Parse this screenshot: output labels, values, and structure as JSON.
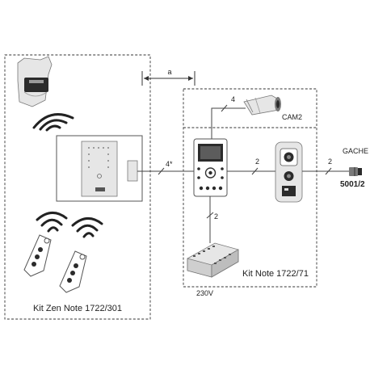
{
  "labels": {
    "dimension_a": "a",
    "wire_camera": "4",
    "wire_kit_link": "4*",
    "wire_monitor_plate": "2",
    "wire_monitor_power": "2",
    "wire_plate_lock": "2",
    "camera": "CAM2",
    "lock_title": "GACHE",
    "lock_code": "5001/2",
    "voltage": "230V",
    "kit_left": "Kit Zen Note 1722/301",
    "kit_right": "Kit Note 1722/71"
  },
  "colors": {
    "line": "#333333",
    "device_dark": "#2b2b2b",
    "device_light": "#e6e6e6"
  }
}
